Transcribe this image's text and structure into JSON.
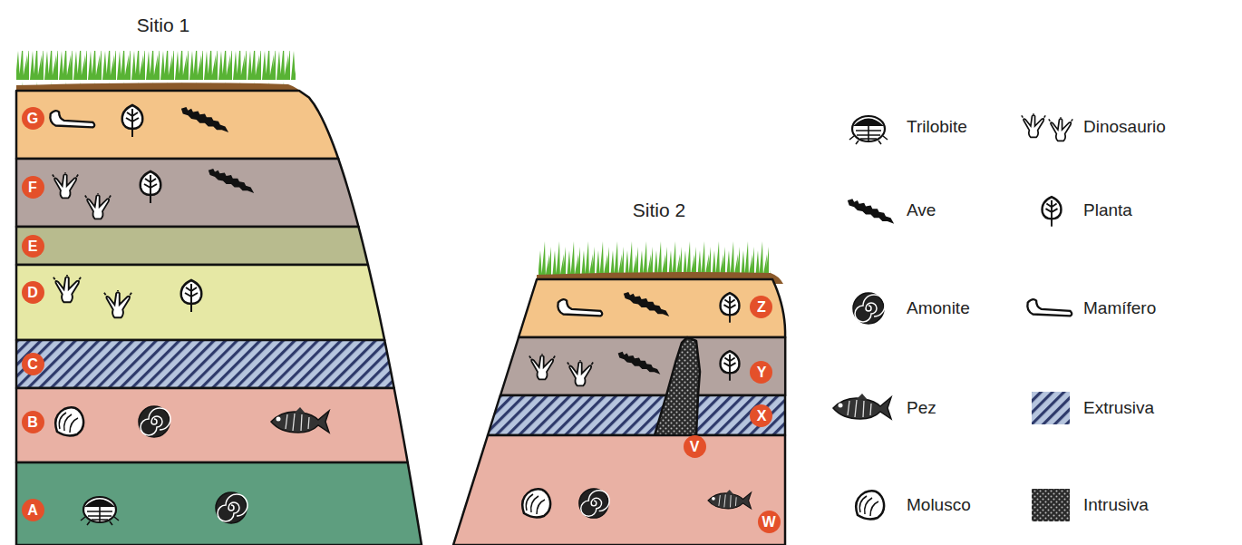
{
  "diagram": {
    "nodes": [
      {
        "text": [
          "Sitio 1"
        ]
      },
      {
        "text": [
          "G"
        ],
        "in": 0
      },
      {
        "text": [
          "F"
        ],
        "in": 0
      },
      {
        "text": [
          "E"
        ],
        "in": 0
      },
      {
        "text": [
          "D"
        ],
        "in": 0
      },
      {
        "text": [
          "C"
        ],
        "in": 0
      },
      {
        "text": [
          "B"
        ],
        "in": 0
      },
      {
        "text": [
          "A"
        ],
        "in": 0
      },
      {
        "text": [
          "Sitio 2"
        ]
      },
      {
        "text": [
          "Z"
        ],
        "in": 8
      },
      {
        "text": [
          "Y"
        ],
        "in": 8
      },
      {
        "text": [
          "X"
        ],
        "in": 8
      },
      {
        "text": [
          "V"
        ],
        "in": 8
      },
      {
        "text": [
          "W"
        ],
        "in": 8
      }
    ],
    "legend": [
      {
        "text": "Trilobite"
      },
      {
        "text": "Dinosaurio"
      },
      {
        "text": "Ave"
      },
      {
        "text": "Planta"
      },
      {
        "text": "Amonite"
      },
      {
        "text": "Mamífero"
      },
      {
        "text": "Pez"
      },
      {
        "text": "Extrusiva"
      },
      {
        "text": "Molusco"
      },
      {
        "text": "Intrusiva"
      }
    ]
  }
}
